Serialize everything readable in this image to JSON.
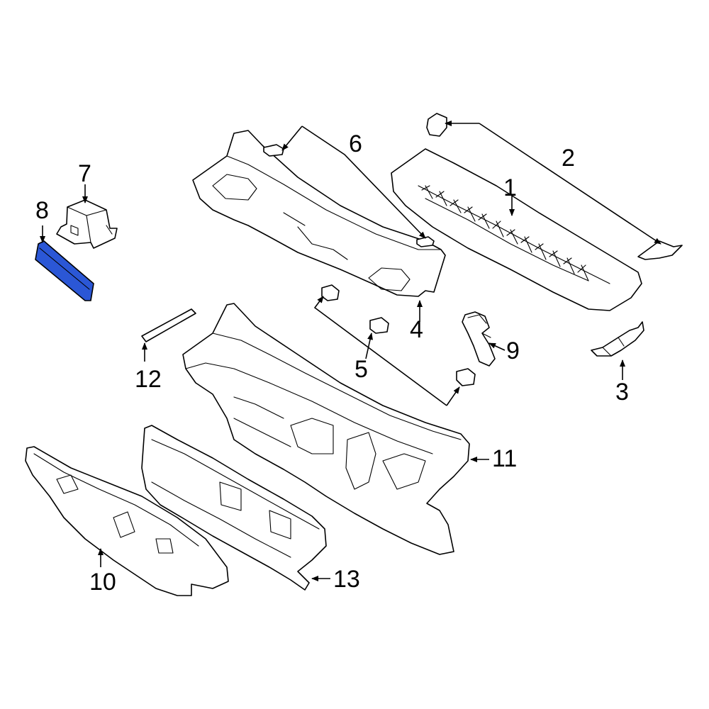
{
  "colors": {
    "highlight": "#2b57d6",
    "line": "#000000",
    "background": "#ffffff"
  },
  "callouts": {
    "c1": "1",
    "c2": "2",
    "c3": "3",
    "c4": "4",
    "c5": "5",
    "c6": "6",
    "c7": "7",
    "c8": "8",
    "c9": "9",
    "c10": "10",
    "c11": "11",
    "c12": "12",
    "c13": "13"
  },
  "highlighted_part": "8"
}
